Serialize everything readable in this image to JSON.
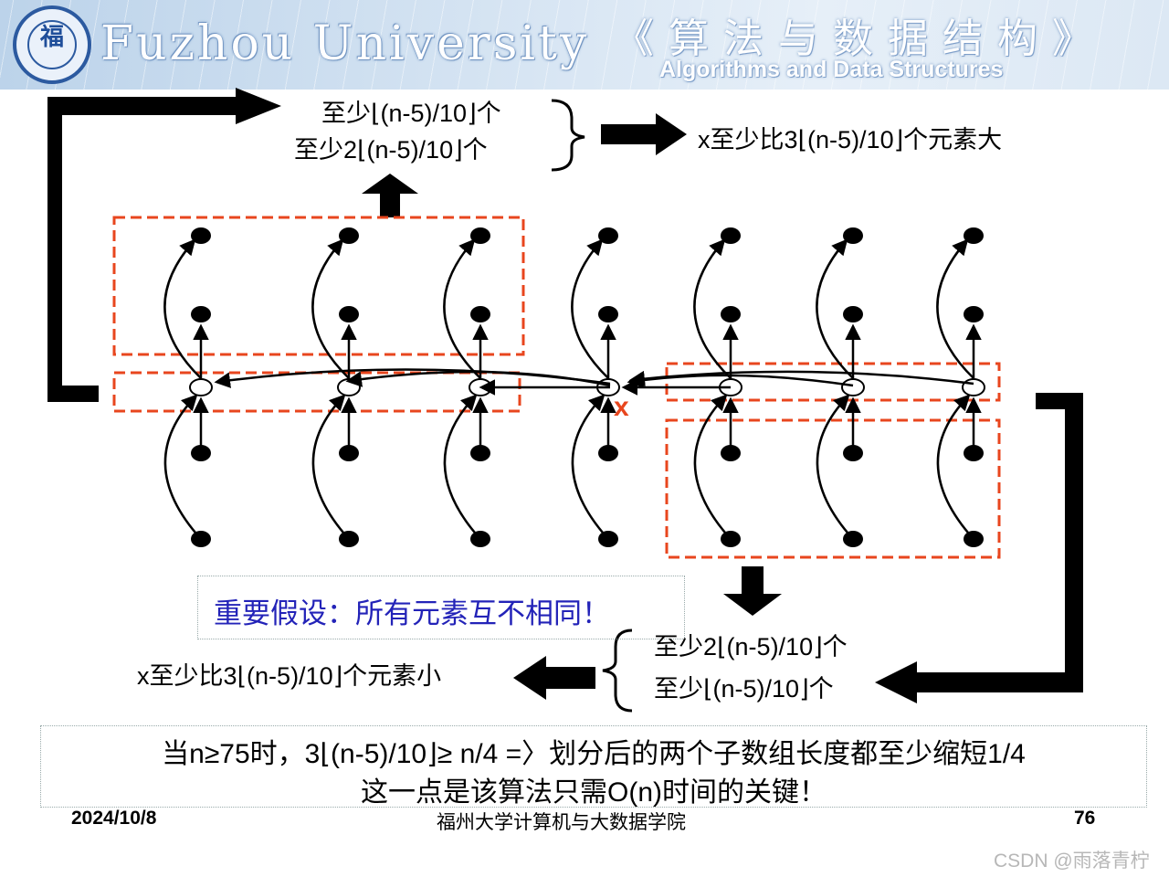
{
  "header": {
    "seal_glyph": "福",
    "university": "Fuzhou University",
    "course_cn": "《算法与数据结构》",
    "course_en": "Algorithms and Data Structures"
  },
  "diagram": {
    "top_label_1": "至少⌊(n-5)/10⌋个",
    "top_label_2": "至少2⌊(n-5)/10⌋个",
    "top_conclusion": "x至少比3⌊(n-5)/10⌋个元素大",
    "median_label": "x",
    "bottom_label_1": "至少2⌊(n-5)/10⌋个",
    "bottom_label_2": "至少⌊(n-5)/10⌋个",
    "bottom_conclusion": "x至少比3⌊(n-5)/10⌋个元素小",
    "accent_color": "#e8461e",
    "assumption": "重要假设：所有元素互不相同！"
  },
  "summary": {
    "line1": "当n≥75时，3⌊(n-5)/10⌋≥ n/4 =〉划分后的两个子数组长度都至少缩短1/4",
    "line2": "这一点是该算法只需O(n)时间的关键！"
  },
  "footer": {
    "date": "2024/10/8",
    "school": "福州大学计算机与大数据学院",
    "page": "76"
  },
  "watermark": "CSDN @雨落青柠"
}
